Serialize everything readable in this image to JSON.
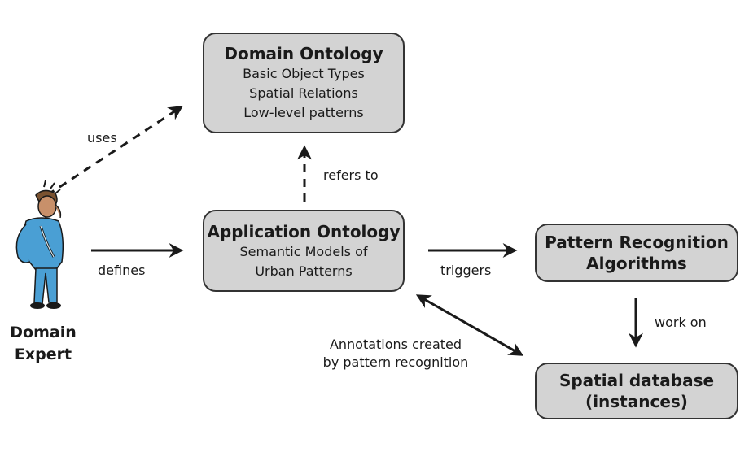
{
  "nodes": {
    "domain_ontology": {
      "title": "Domain Ontology",
      "lines": [
        "Basic Object Types",
        "Spatial Relations",
        "Low-level patterns"
      ]
    },
    "application_ontology": {
      "title": "Application Ontology",
      "lines": [
        "Semantic Models of",
        "Urban Patterns"
      ]
    },
    "pattern_recognition": {
      "title_lines": [
        "Pattern Recognition",
        "Algorithms"
      ]
    },
    "spatial_database": {
      "title_lines": [
        "Spatial database",
        "(instances)"
      ]
    }
  },
  "actor": {
    "label_lines": [
      "Domain",
      "Expert"
    ]
  },
  "edges": {
    "uses": "uses",
    "defines": "defines",
    "refers_to": "refers to",
    "triggers": "triggers",
    "work_on": "work on",
    "annotations": [
      "Annotations created",
      "by pattern recognition"
    ]
  },
  "colors": {
    "box_fill": "#d3d3d3",
    "box_border": "#333333",
    "arrow": "#1a1a1a",
    "figure_body": "#4a9fd4",
    "figure_skin": "#c8906a",
    "figure_hair": "#7a5230"
  }
}
